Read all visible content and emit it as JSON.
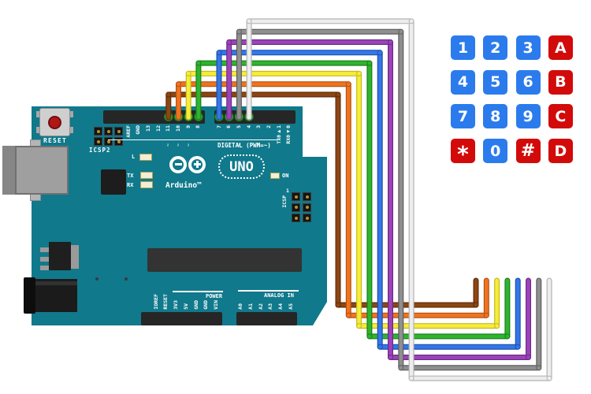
{
  "scene": {
    "background": "#ffffff"
  },
  "arduino": {
    "board_color": "#10798b",
    "labels": {
      "reset": "RESET",
      "icsp2": "ICSP2",
      "icsp": "ICSP",
      "icsp_pin1": "1",
      "digital_caption": "DIGITAL (PWM=~)",
      "power_caption": "POWER",
      "analog_caption": "ANALOG IN",
      "on": "ON",
      "led_l": "L",
      "led_tx": "TX",
      "led_rx": "RX",
      "brand": "Arduino™",
      "model": "UNO"
    },
    "digital_left": [
      {
        "t": ""
      },
      {
        "t": ""
      },
      {
        "t": "AREF"
      },
      {
        "t": "GND"
      },
      {
        "t": "13"
      },
      {
        "t": "12"
      },
      {
        "t": "11",
        "pwm": 1
      },
      {
        "t": "10",
        "pwm": 1
      },
      {
        "t": "9",
        "pwm": 1
      },
      {
        "t": "8"
      }
    ],
    "digital_right": [
      {
        "t": "7"
      },
      {
        "t": "6",
        "pwm": 1
      },
      {
        "t": "5",
        "pwm": 1
      },
      {
        "t": "4"
      },
      {
        "t": "3",
        "pwm": 1
      },
      {
        "t": "2"
      },
      {
        "t": "TX0▶1"
      },
      {
        "t": "RX0◀0"
      }
    ],
    "power_pins": [
      {
        "t": ""
      },
      {
        "t": "IOREF"
      },
      {
        "t": "RESET"
      },
      {
        "t": "3V3"
      },
      {
        "t": "5V"
      },
      {
        "t": "GND"
      },
      {
        "t": "GND"
      },
      {
        "t": "VIN"
      }
    ],
    "analog_pins": [
      {
        "t": "A0"
      },
      {
        "t": "A1"
      },
      {
        "t": "A2"
      },
      {
        "t": "A3"
      },
      {
        "t": "A4"
      },
      {
        "t": "A5"
      }
    ]
  },
  "keypad": {
    "key_blue": "#2b7bed",
    "key_red": "#d20a0a",
    "key_text": "#ffffff",
    "body": "#0a0a0a",
    "rows": [
      [
        {
          "label": "1",
          "color": "blue"
        },
        {
          "label": "2",
          "color": "blue"
        },
        {
          "label": "3",
          "color": "blue"
        },
        {
          "label": "A",
          "color": "red"
        }
      ],
      [
        {
          "label": "4",
          "color": "blue"
        },
        {
          "label": "5",
          "color": "blue"
        },
        {
          "label": "6",
          "color": "blue"
        },
        {
          "label": "B",
          "color": "red"
        }
      ],
      [
        {
          "label": "7",
          "color": "blue"
        },
        {
          "label": "8",
          "color": "blue"
        },
        {
          "label": "9",
          "color": "blue"
        },
        {
          "label": "C",
          "color": "red"
        }
      ],
      [
        {
          "label": "*",
          "color": "red"
        },
        {
          "label": "0",
          "color": "blue"
        },
        {
          "label": "#",
          "color": "red"
        },
        {
          "label": "D",
          "color": "red"
        }
      ]
    ]
  },
  "cable": {
    "stripe_color": "#d9c68f",
    "connector_color": "#111111",
    "pad_color": "#3bbb3b"
  },
  "wires": [
    {
      "name": "brown",
      "color": "#8c4613",
      "border": "#5e2d0a",
      "arduino_pin": "11",
      "pad": 1
    },
    {
      "name": "orange",
      "color": "#ef7320",
      "border": "#b35310",
      "arduino_pin": "10",
      "pad": 2
    },
    {
      "name": "yellow",
      "color": "#f6ec3a",
      "border": "#c4ba20",
      "arduino_pin": "9",
      "pad": 3
    },
    {
      "name": "green",
      "color": "#2eb42e",
      "border": "#1d7e1d",
      "arduino_pin": "8",
      "pad": 4
    },
    {
      "name": "blue",
      "color": "#3377e8",
      "border": "#1d4fae",
      "arduino_pin": "7",
      "pad": 5
    },
    {
      "name": "purple",
      "color": "#9c44ba",
      "border": "#6e2c86",
      "arduino_pin": "6",
      "pad": 6
    },
    {
      "name": "gray",
      "color": "#8f8f8f",
      "border": "#5d5d5d",
      "arduino_pin": "5",
      "pad": 7
    },
    {
      "name": "white",
      "color": "#ededed",
      "border": "#b3b3b3",
      "arduino_pin": "4",
      "pad": 8
    }
  ]
}
